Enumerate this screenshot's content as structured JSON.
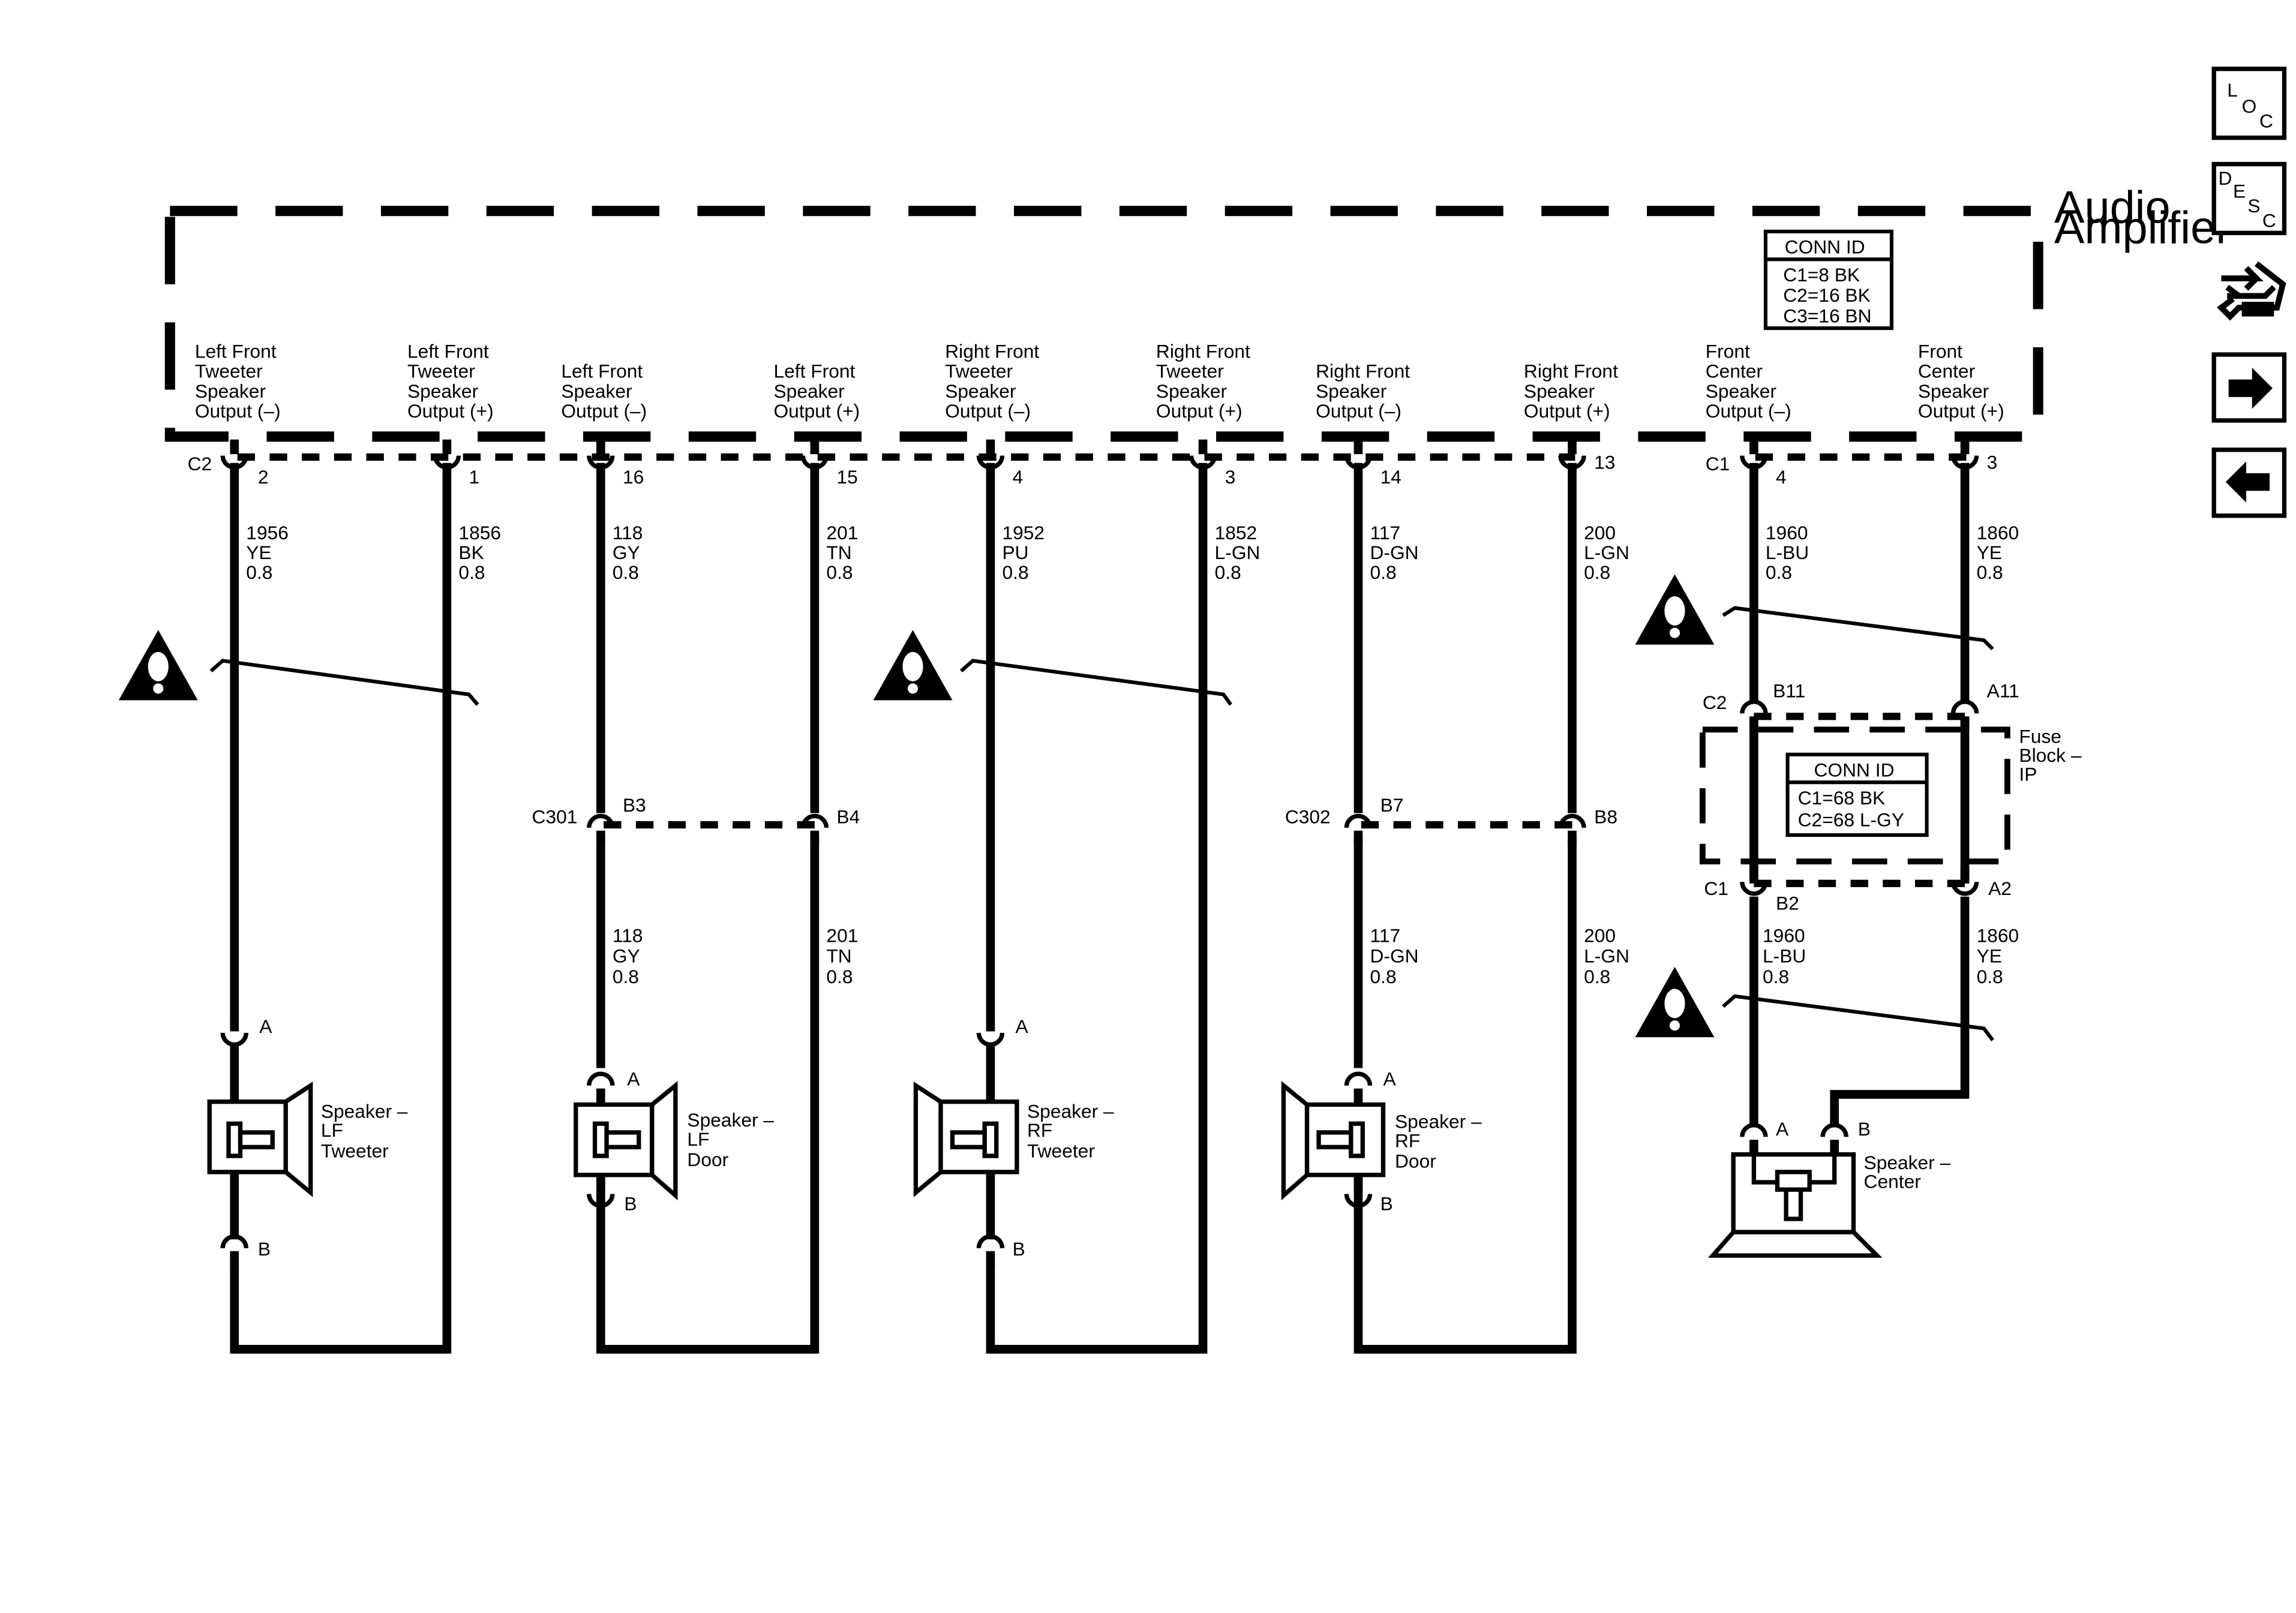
{
  "amplifier": {
    "name_line1": "Audio",
    "name_line2": "Amplifier",
    "conn_id": {
      "title": "CONN ID",
      "lines": [
        "C1=8 BK",
        "C2=16 BK",
        "C3=16 BN"
      ]
    }
  },
  "fuse_block": {
    "name_lines": [
      "Fuse",
      "Block –",
      "IP"
    ],
    "conn_id": {
      "title": "CONN ID",
      "lines": [
        "C1=68 BK",
        "C2=68 L-GY"
      ]
    }
  },
  "connectors": {
    "c2": "C2",
    "c1": "C1",
    "c301": "C301",
    "c302": "C302",
    "fb_c2": "C2",
    "fb_c1": "C1"
  },
  "outputs": [
    {
      "lines": [
        "Left Front",
        "Tweeter",
        "Speaker",
        "Output (–)"
      ],
      "pin": "2",
      "circuit": "1956",
      "color": "YE",
      "gauge": "0.8"
    },
    {
      "lines": [
        "Left Front",
        "Tweeter",
        "Speaker",
        "Output (+)"
      ],
      "pin": "1",
      "circuit": "1856",
      "color": "BK",
      "gauge": "0.8"
    },
    {
      "lines": [
        "Left Front",
        "Speaker",
        "Output (–)"
      ],
      "pin": "16",
      "circuit": "118",
      "color": "GY",
      "gauge": "0.8"
    },
    {
      "lines": [
        "Left Front",
        "Speaker",
        "Output (+)"
      ],
      "pin": "15",
      "circuit": "201",
      "color": "TN",
      "gauge": "0.8"
    },
    {
      "lines": [
        "Right Front",
        "Tweeter",
        "Speaker",
        "Output (–)"
      ],
      "pin": "4",
      "circuit": "1952",
      "color": "PU",
      "gauge": "0.8"
    },
    {
      "lines": [
        "Right Front",
        "Tweeter",
        "Speaker",
        "Output (+)"
      ],
      "pin": "3",
      "circuit": "1852",
      "color": "L-GN",
      "gauge": "0.8"
    },
    {
      "lines": [
        "Right Front",
        "Speaker",
        "Output (–)"
      ],
      "pin": "14",
      "circuit": "117",
      "color": "D-GN",
      "gauge": "0.8"
    },
    {
      "lines": [
        "Right Front",
        "Speaker",
        "Output (+)"
      ],
      "pin": "13",
      "circuit": "200",
      "color": "L-GN",
      "gauge": "0.8"
    },
    {
      "lines": [
        "Front",
        "Center",
        "Speaker",
        "Output (–)"
      ],
      "pin": "4",
      "circuit": "1960",
      "color": "L-BU",
      "gauge": "0.8"
    },
    {
      "lines": [
        "Front",
        "Center",
        "Speaker",
        "Output (+)"
      ],
      "pin": "3",
      "circuit": "1860",
      "color": "YE",
      "gauge": "0.8"
    }
  ],
  "lower_wires": {
    "lf_door_neg": {
      "pin_top": "B3",
      "circuit": "118",
      "color": "GY",
      "gauge": "0.8"
    },
    "lf_door_pos": {
      "pin_top": "B4",
      "circuit": "201",
      "color": "TN",
      "gauge": "0.8"
    },
    "rf_door_neg": {
      "pin_top": "B7",
      "circuit": "117",
      "color": "D-GN",
      "gauge": "0.8"
    },
    "rf_door_pos": {
      "pin_top": "B8",
      "circuit": "200",
      "color": "L-GN",
      "gauge": "0.8"
    },
    "center_neg": {
      "pin_top": "B11",
      "pin_bottom": "B2",
      "circuit": "1960",
      "color": "L-BU",
      "gauge": "0.8"
    },
    "center_pos": {
      "pin_top": "A11",
      "pin_bottom": "A2",
      "circuit": "1860",
      "color": "YE",
      "gauge": "0.8"
    }
  },
  "speakers": {
    "lf_tweeter": {
      "lines": [
        "Speaker –",
        "LF",
        "Tweeter"
      ],
      "pin_a": "A",
      "pin_b": "B"
    },
    "lf_door": {
      "lines": [
        "Speaker –",
        "LF",
        "Door"
      ],
      "pin_a": "A",
      "pin_b": "B"
    },
    "rf_tweeter": {
      "lines": [
        "Speaker –",
        "RF",
        "Tweeter"
      ],
      "pin_a": "A",
      "pin_b": "B"
    },
    "rf_door": {
      "lines": [
        "Speaker –",
        "RF",
        "Door"
      ],
      "pin_a": "A",
      "pin_b": "B"
    },
    "center": {
      "lines": [
        "Speaker –",
        "Center"
      ],
      "pin_a": "A",
      "pin_b": "B"
    }
  },
  "nav": {
    "loc": [
      "L",
      "O",
      "C"
    ],
    "desc": [
      "D",
      "E",
      "S",
      "C"
    ],
    "icons": [
      "connector-repair-icon",
      "arrow-right-icon",
      "arrow-left-icon"
    ]
  }
}
